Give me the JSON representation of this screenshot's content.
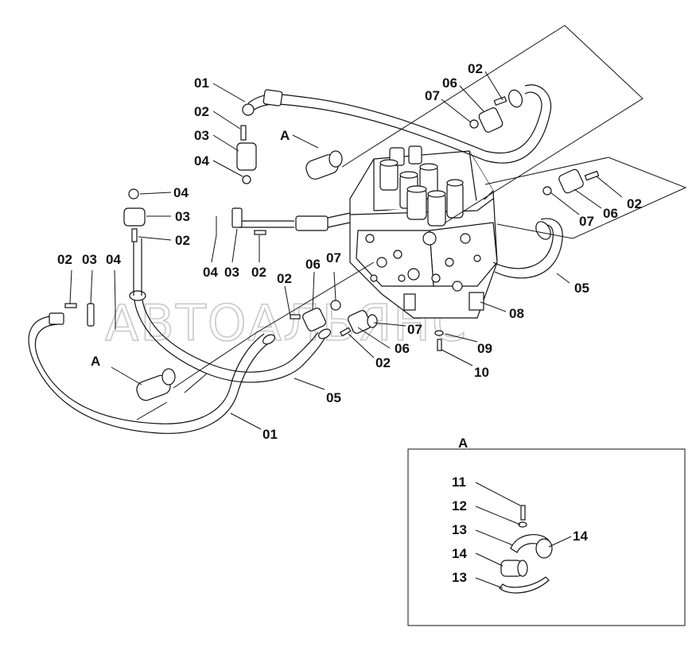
{
  "watermark": "АВТОАЛЬЯНС",
  "view_marker": "A",
  "detail_title": "A",
  "labels": {
    "top_01": "01",
    "top_02": "02",
    "top_03": "03",
    "top_04": "04",
    "tr_02": "02",
    "tr_06": "06",
    "tr_07": "07",
    "r_02": "02",
    "r_06": "06",
    "r_07": "07",
    "ml_04": "04",
    "ml_03": "03",
    "ml_02": "02",
    "mid_04": "04",
    "mid_03": "03",
    "mid_02": "02",
    "left_02": "02",
    "left_03": "03",
    "left_04": "04",
    "c_06": "06",
    "c_07": "07",
    "c_02": "02",
    "cb_07": "07",
    "cb_06": "06",
    "cb_02": "02",
    "r_05": "05",
    "r_08": "08",
    "r_09": "09",
    "r_10": "10",
    "b_05": "05",
    "b_01": "01",
    "d_11": "11",
    "d_12": "12",
    "d_13a": "13",
    "d_14a": "14",
    "d_14b": "14",
    "d_13b": "13"
  }
}
